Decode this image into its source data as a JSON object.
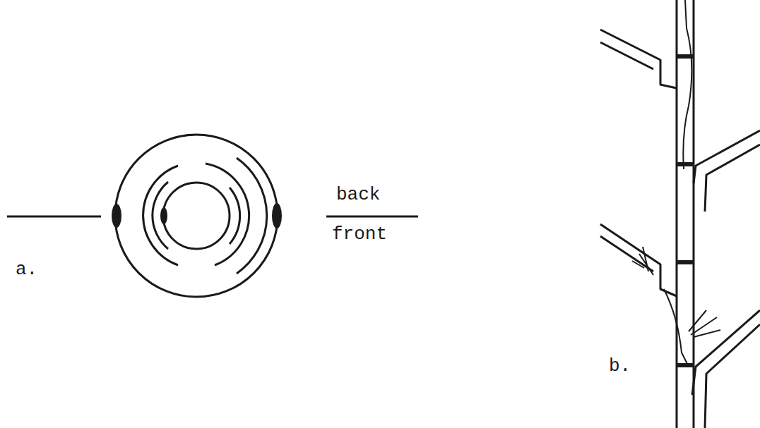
{
  "diagram": {
    "labels": [
      "a.",
      "back",
      "front",
      "b."
    ]
  }
}
